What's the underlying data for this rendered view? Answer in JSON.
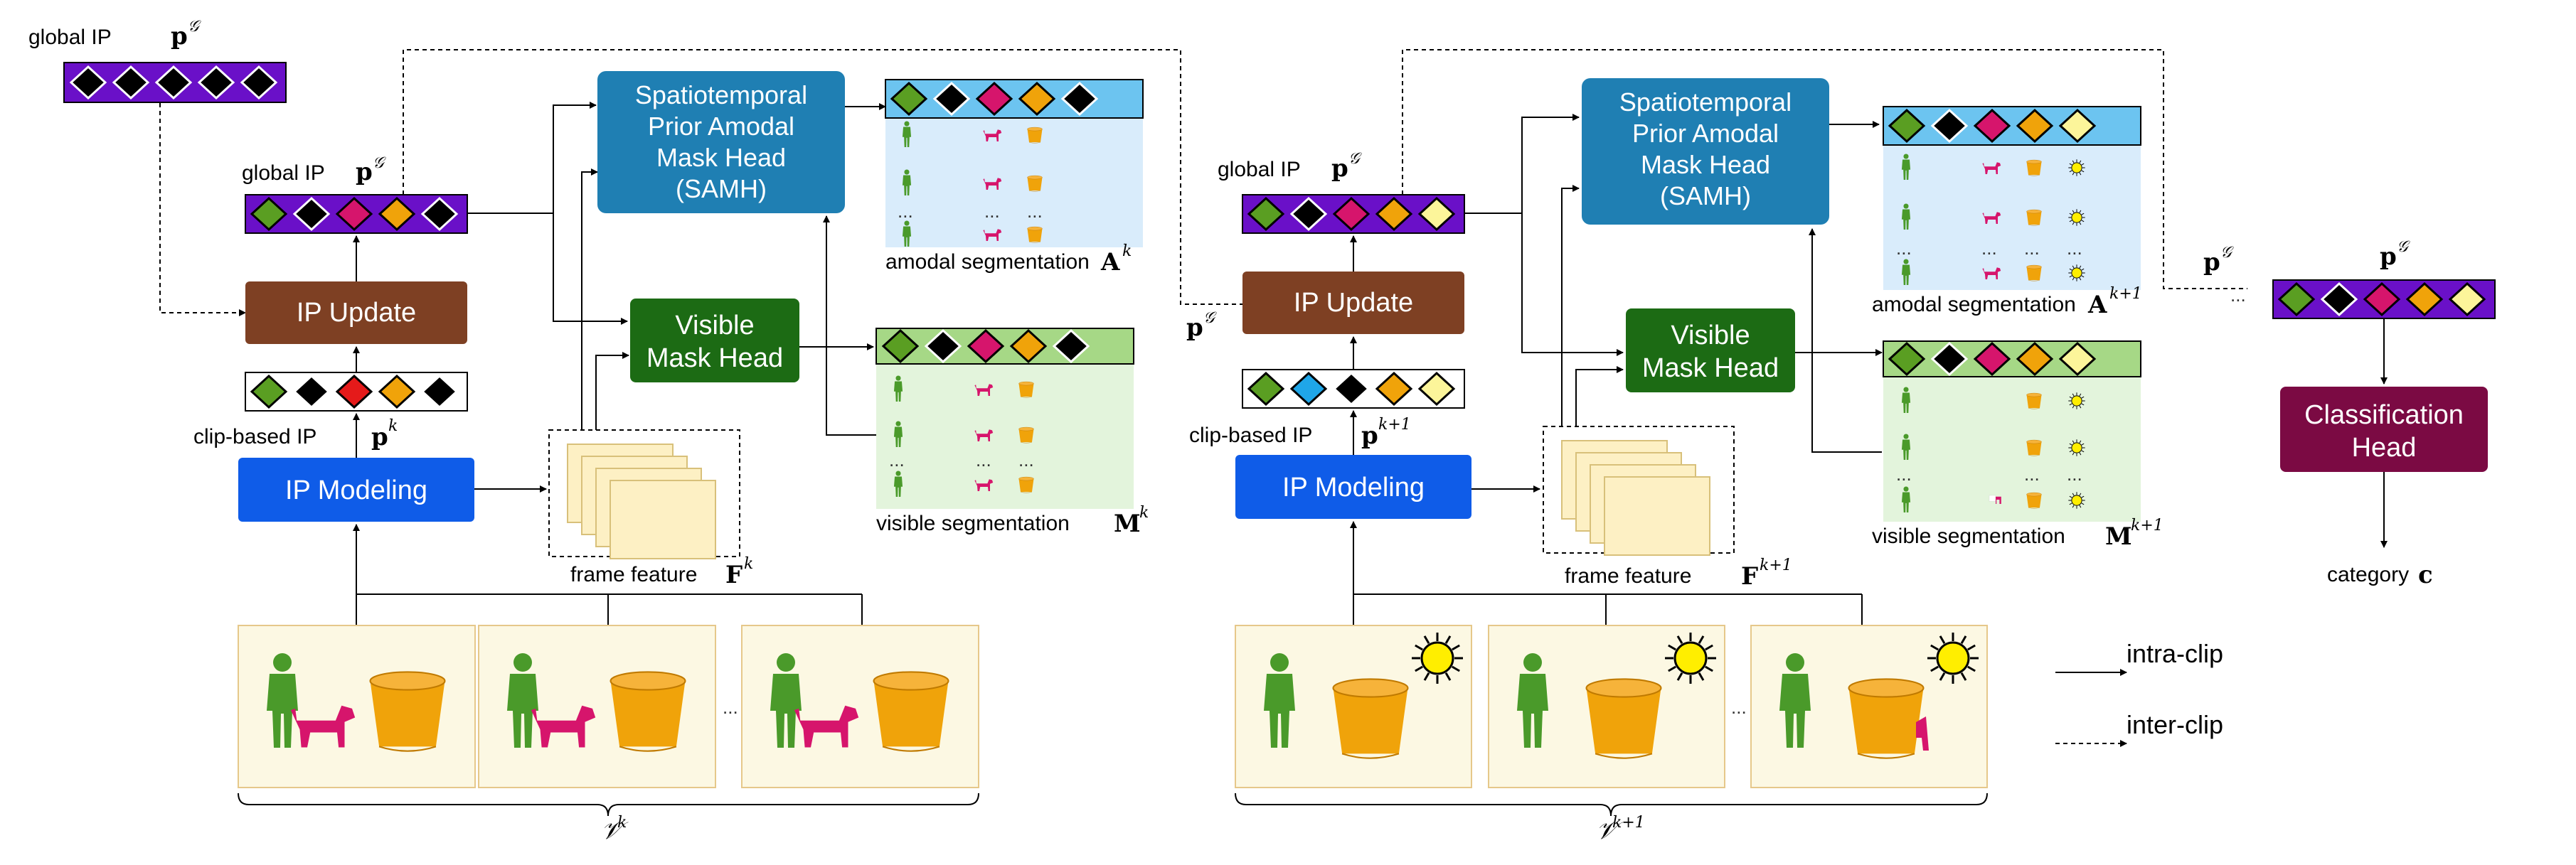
{
  "colors": {
    "samh": "#1f7fb3",
    "visible_head": "#1c6b14",
    "ip_update": "#7e4023",
    "ip_modeling": "#0f5ce8",
    "classification": "#7b0a43",
    "global_bar": "#6a10c8",
    "amodal_panel": "#d9ecfb",
    "visible_panel": "#e3f4dc",
    "frame_bg": "#fcf8e3",
    "frame_border": "#e6c88a"
  },
  "icons": {
    "person": "person-icon",
    "dog": "dog-icon",
    "bucket": "bucket-icon",
    "sun": "sun-icon",
    "token": "diamond-token-icon"
  },
  "left": {
    "global_ip_top_label": "global IP",
    "global_ip_label": "global IP",
    "samh_lines": [
      "Spatiotemporal",
      "Prior Amodal",
      "Mask Head",
      "(SAMH)"
    ],
    "ip_update": "IP Update",
    "visible_lines": [
      "Visible",
      "Mask Head"
    ],
    "clip_ip_label": "clip-based IP",
    "ip_modeling": "IP Modeling",
    "amodal_label": "amodal segmentation",
    "visible_seg_label": "visible segmentation",
    "frame_feature_label": "frame feature",
    "video_ellipsis": "...",
    "matrix_ellipsis": "..."
  },
  "right": {
    "global_ip_label": "global IP",
    "samh_lines": [
      "Spatiotemporal",
      "Prior Amodal",
      "Mask Head",
      "(SAMH)"
    ],
    "ip_update": "IP Update",
    "visible_lines": [
      "Visible",
      "Mask Head"
    ],
    "clip_ip_label": "clip-based IP",
    "ip_modeling": "IP Modeling",
    "amodal_label": "amodal segmentation",
    "visible_seg_label": "visible segmentation",
    "frame_feature_label": "frame feature",
    "video_ellipsis": "...",
    "matrix_ellipsis": "...",
    "continue_ellipsis": "..."
  },
  "classifier": {
    "lines": [
      "Classification",
      "Head"
    ],
    "category_label": "category"
  },
  "legend": {
    "intra": "intra-clip",
    "inter": "inter-clip"
  },
  "math": {
    "p": "p",
    "G": "𝒢",
    "k": "k",
    "k1": "k+1",
    "A": "A",
    "M": "M",
    "F": "F",
    "V": "𝒱",
    "c": "c"
  }
}
